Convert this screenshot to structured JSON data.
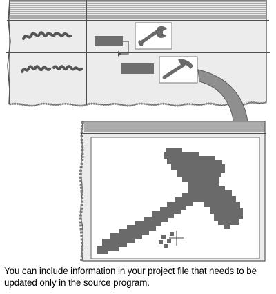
{
  "caption": {
    "line1": "You can include information in your project file that needs to be",
    "line2": "updated only in the source program."
  },
  "illustration": {
    "rows": [
      {
        "label": "handwritten-scribble",
        "icon": "wrench-icon"
      },
      {
        "label": "handwritten-scribble",
        "icon": "hammer-icon"
      }
    ],
    "callout_icon": "hammer-icon",
    "colors": {
      "panel": "#ededed",
      "border": "#555555",
      "block": "#6e6e6e",
      "arrow": "#8f8f8f",
      "icon": "#6a6a6a"
    }
  }
}
